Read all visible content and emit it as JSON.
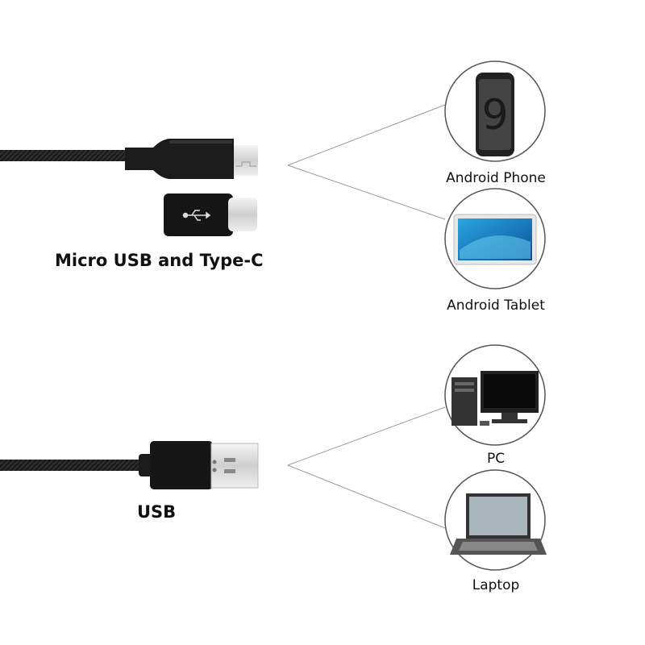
{
  "cables": [
    {
      "label": "Micro USB and Type-C",
      "icon": "micro-usb-cable-with-type-c-adapter"
    },
    {
      "label": "USB",
      "icon": "usb-a-cable"
    }
  ],
  "devices": [
    {
      "label": "Android Phone",
      "icon": "phone-icon"
    },
    {
      "label": "Android Tablet",
      "icon": "tablet-icon"
    },
    {
      "label": "PC",
      "icon": "desktop-pc-icon"
    },
    {
      "label": "Laptop",
      "icon": "laptop-icon"
    }
  ],
  "colors": {
    "cable": "#1a1a1a",
    "metal": "#d9d9d9",
    "line": "#9a9a9a",
    "circle": "#555555"
  }
}
